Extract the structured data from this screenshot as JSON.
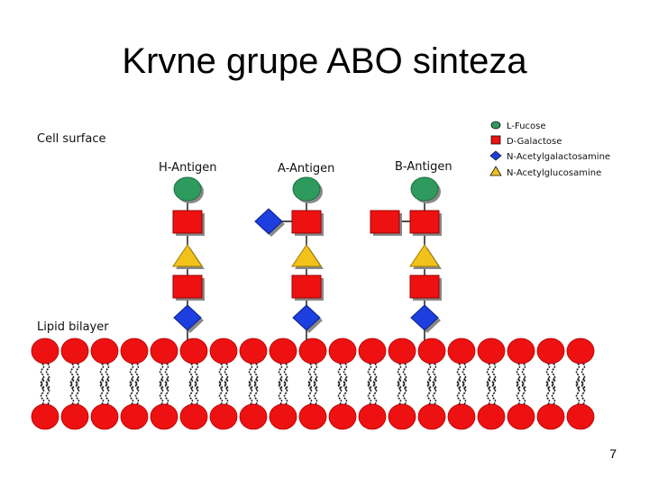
{
  "slide": {
    "title": "Krvne grupe ABO sinteza",
    "page_number": "7"
  },
  "diagram": {
    "cell_surface_label": "Cell surface",
    "lipid_bilayer_label": "Lipid bilayer",
    "antigens": [
      {
        "name": "H-Antigen"
      },
      {
        "name": "A-Antigen"
      },
      {
        "name": "B-Antigen"
      }
    ],
    "legend": [
      {
        "label": "L-Fucose",
        "shape": "circle",
        "color": "#2e9a5e"
      },
      {
        "label": "D-Galactose",
        "shape": "square",
        "color": "#ee1111"
      },
      {
        "label": "N-Acetylgalactosamine",
        "shape": "diamond",
        "color": "#1d3fe0"
      },
      {
        "label": "N-Acetylglucosamine",
        "shape": "triangle",
        "color": "#f2c21b"
      }
    ],
    "colors": {
      "fucose": "#2e9a5e",
      "galactose": "#ee1111",
      "galnac": "#1d3fe0",
      "glcnac": "#f2c21b",
      "lipid_head": "#ee1111",
      "lipid_tail": "#222222"
    }
  }
}
